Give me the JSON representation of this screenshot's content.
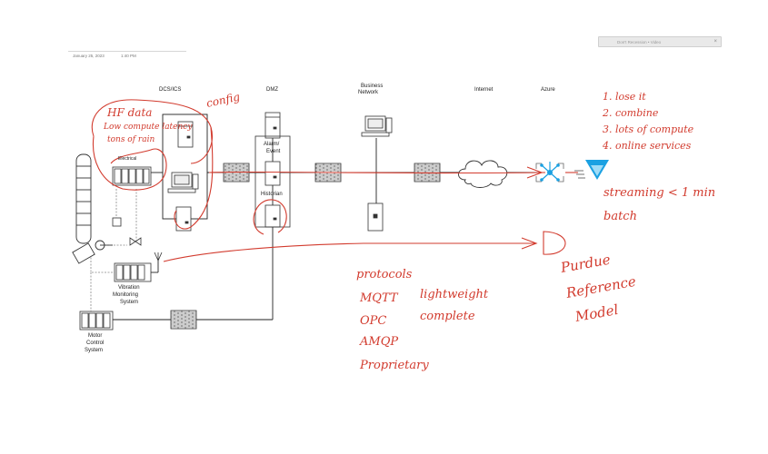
{
  "header": {
    "date": "January 25, 2023",
    "time": "1:40 PM"
  },
  "toolbar": {
    "label": "Don't Recession • Video",
    "close": "×"
  },
  "zones": {
    "dcs": "DCS/ICS",
    "dmz": "DMZ",
    "business": "Business Network",
    "internet": "Internet",
    "azure": "Azure"
  },
  "devices": {
    "alarm_event": "Alarm/ Event",
    "historian": "Historian",
    "vibration": "Vibration Monitoring System",
    "motor": "Motor Control System",
    "plc": "Electrical"
  },
  "annotations": {
    "hf_data": "HF data",
    "low_latency": "Low compute latency",
    "tons_of_rain": "tons of rain",
    "config": "config",
    "list_1": "1. lose it",
    "list_2": "2. combine",
    "list_3": "3. lots of compute",
    "list_4": "4. online services",
    "streaming": "streaming < 1 min",
    "batch": "batch",
    "protocols": "protocols",
    "mqtt": "MQTT",
    "opc": "OPC",
    "amqp": "AMQP",
    "proprietary": "Proprietary",
    "lightweight": "lightweight",
    "complete": "complete",
    "purdue_1": "Purdue",
    "purdue_2": "Reference",
    "purdue_3": "Model"
  },
  "colors": {
    "ink": "#d23b2e",
    "line": "#222222",
    "dash": "#888888",
    "azure": "#1ba1e2"
  }
}
